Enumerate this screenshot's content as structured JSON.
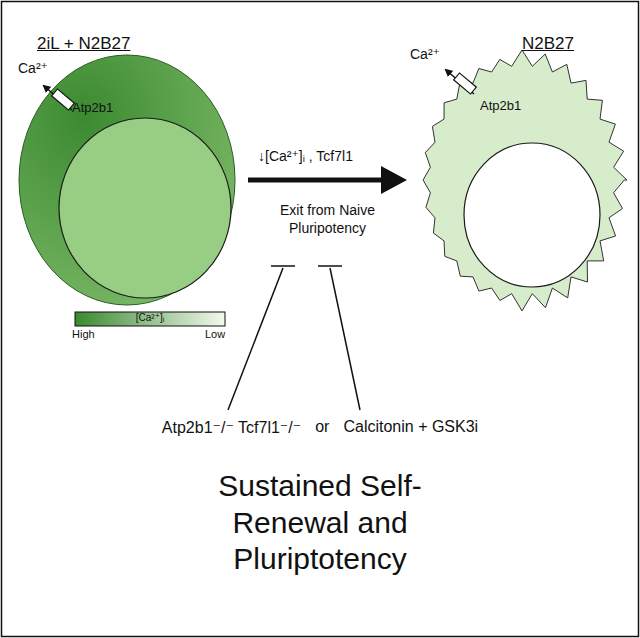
{
  "diagram": {
    "nodes": [
      {
        "text": [
          "2iL + N2B27"
        ]
      },
      {
        "text": [
          "N2B27"
        ]
      }
    ],
    "edges": [
      {
        "from": 0,
        "to": 1,
        "arrow": "to",
        "label": "Exit from Naive Pluripotency"
      }
    ],
    "labels": [
      "Ca²⁺",
      "Atp2b1",
      "[Ca²⁺]ᵢ",
      "High",
      "Low",
      "Ca²⁺",
      "Atp2b1",
      "↓[Ca²⁺]ᵢ , Tcf7l1",
      "Atp2b1⁻/⁻ Tcf7l1⁻/⁻",
      "or",
      "Calcitonin + GSK3i",
      "Sustained Self-Renewal and Pluriptotency"
    ]
  }
}
